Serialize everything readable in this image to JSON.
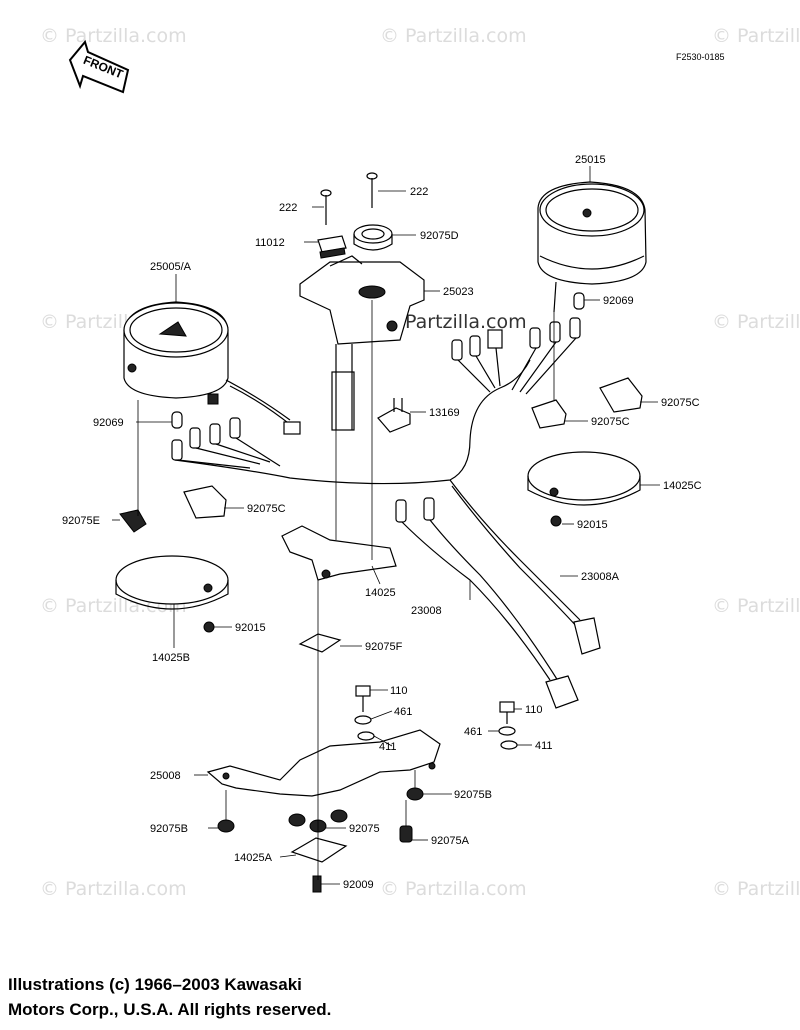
{
  "diagram": {
    "ref_code": "F2530-0185",
    "front_label": "FRONT",
    "watermark": "© Partzilla.com",
    "labels": {
      "p25015": "25015",
      "p222a": "222",
      "p222b": "222",
      "p11012": "11012",
      "p92075D": "92075D",
      "p25005A": "25005/A",
      "p25023": "25023",
      "p92069r": "92069",
      "p92069l": "92069",
      "p13169": "13169",
      "p92075C_r1": "92075C",
      "p92075C_r2": "92075C",
      "p14025C": "14025C",
      "p92015r": "92015",
      "p92075C_l": "92075C",
      "p92075E": "92075E",
      "p23008A": "23008A",
      "p14025": "14025",
      "p23008": "23008",
      "p92015l": "92015",
      "p14025B": "14025B",
      "p92075F": "92075F",
      "p110a": "110",
      "p461a": "461",
      "p110b": "110",
      "p461b": "461",
      "p411a": "411",
      "p411b": "411",
      "p25008": "25008",
      "p92075B_r": "92075B",
      "p92075B_l": "92075B",
      "p92075": "92075",
      "p92075A": "92075A",
      "p14025A": "14025A",
      "p92009": "92009"
    }
  },
  "copyright": {
    "line1": "Illustrations (c) 1966–2003 Kawasaki",
    "line2": "Motors Corp., U.S.A.  All rights reserved."
  }
}
